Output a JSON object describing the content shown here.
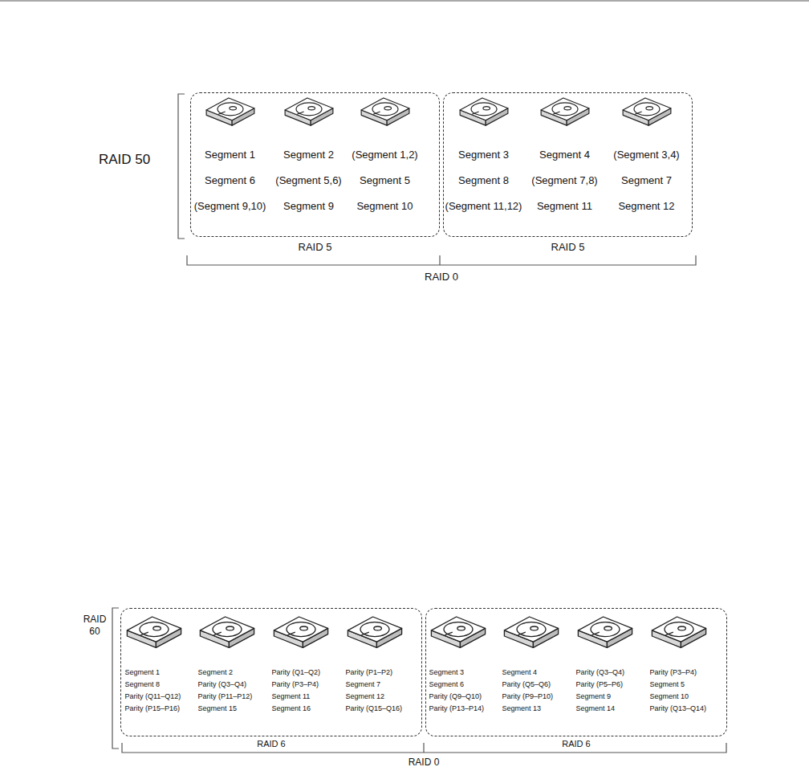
{
  "diagram": {
    "nodes": [
      {
        "text": [
          "RAID 5"
        ]
      },
      {
        "text": [
          "Segment 1",
          "Segment 6",
          "(Segment 9,10)"
        ],
        "in": 0
      },
      {
        "text": [
          "Segment 2",
          "(Segment 5,6)",
          "Segment 9"
        ],
        "in": 0
      },
      {
        "text": [
          "(Segment 1,2)",
          "Segment 5",
          "Segment 10"
        ],
        "in": 0
      },
      {
        "text": [
          "RAID 5"
        ]
      },
      {
        "text": [
          "Segment 3",
          "Segment 8",
          "(Segment 11,12)"
        ],
        "in": 4
      },
      {
        "text": [
          "Segment 4",
          "(Segment 7,8)",
          "Segment 11"
        ],
        "in": 4
      },
      {
        "text": [
          "(Segment 3,4)",
          "Segment 7",
          "Segment 12"
        ],
        "in": 4
      },
      {
        "text": [
          "RAID 6"
        ]
      },
      {
        "text": [
          "Segment 1",
          "Segment 8",
          "Parity (Q11–Q12)",
          "Parity (P15–P16)"
        ],
        "in": 8
      },
      {
        "text": [
          "Segment 2",
          "Parity (Q3–Q4)",
          "Parity (P11–P12)",
          "Segment 15"
        ],
        "in": 8
      },
      {
        "text": [
          "Parity (Q1–Q2)",
          "Parity (P3–P4)",
          "Segment 11",
          "Segment 16"
        ],
        "in": 8
      },
      {
        "text": [
          "Parity (P1–P2)",
          "Segment 7",
          "Segment 12",
          "Parity (Q15–Q16)"
        ],
        "in": 8
      },
      {
        "text": [
          "RAID 6"
        ]
      },
      {
        "text": [
          "Segment 3",
          "Segment 6",
          "Parity (Q9–Q10)",
          "Parity (P13–P14)"
        ],
        "in": 13
      },
      {
        "text": [
          "Segment 4",
          "Parity (Q5–Q6)",
          "Parity (P9–P10)",
          "Segment 13"
        ],
        "in": 13
      },
      {
        "text": [
          "Parity (Q3–Q4)",
          "Parity (P5–P6)",
          "Segment 9",
          "Segment 14"
        ],
        "in": 13
      },
      {
        "text": [
          "Parity (P3–P4)",
          "Segment 5",
          "Segment 10",
          "Parity (Q13–Q14)"
        ],
        "in": 13
      }
    ],
    "labels": [
      "RAID 50",
      "RAID 0",
      "RAID 60",
      "RAID 0"
    ]
  }
}
